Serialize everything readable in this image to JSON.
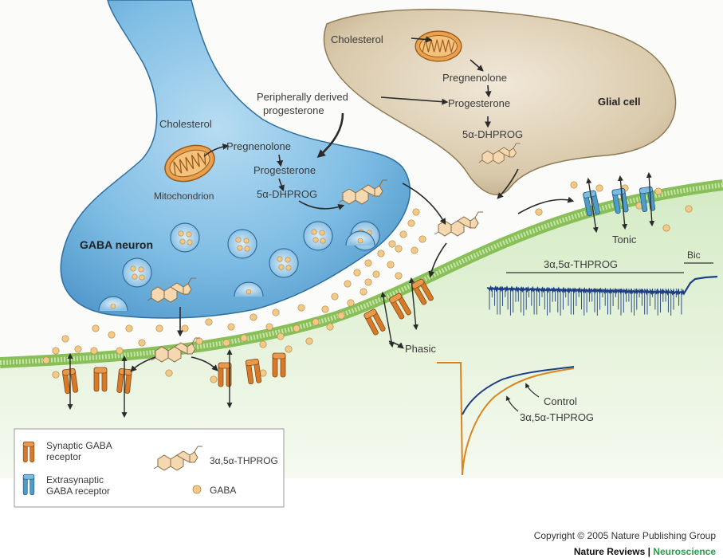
{
  "labels": {
    "cholesterol_neuron": "Cholesterol",
    "pregnenolone_neuron": "Pregnenolone",
    "progesterone_neuron": "Progesterone",
    "dhprog_neuron": "5α-DHPROG",
    "mitochondrion": "Mitochondrion",
    "gaba_neuron": "GABA neuron",
    "peripheral_line1": "Peripherally derived",
    "peripheral_line2": "progesterone",
    "cholesterol_glial": "Cholesterol",
    "pregnenolone_glial": "Pregnenolone",
    "progesterone_glial": "Progesterone",
    "dhprog_glial": "5α-DHPROG",
    "glial_cell": "Glial cell",
    "tonic": "Tonic",
    "phasic": "Phasic",
    "thprog_bar": "3α,5α-THPROG",
    "bic": "Bic",
    "control": "Control",
    "thprog_trace": "3α,5α-THPROG"
  },
  "legend": {
    "synaptic_line1": "Synaptic GABA",
    "synaptic_line2": "receptor",
    "extrasynaptic_line1": "Extrasynaptic",
    "extrasynaptic_line2": "GABA receptor",
    "thprog": "3α,5α-THPROG",
    "gaba": "GABA"
  },
  "footer": {
    "copyright": "Copyright © 2005 Nature Publishing Group",
    "journal": "Nature Reviews",
    "separator": " | ",
    "section": "Neuroscience"
  },
  "colors": {
    "neuron_fill": "#6fb3dd",
    "glial_fill": "#d8c8ac",
    "membrane": "#9ccc6a",
    "synaptic_receptor": "#d67a2a",
    "extrasynaptic_receptor": "#4f9cc8",
    "gaba_dot": "#f3c987",
    "trace_blue": "#1d3f86",
    "trace_orange": "#d9851f"
  }
}
